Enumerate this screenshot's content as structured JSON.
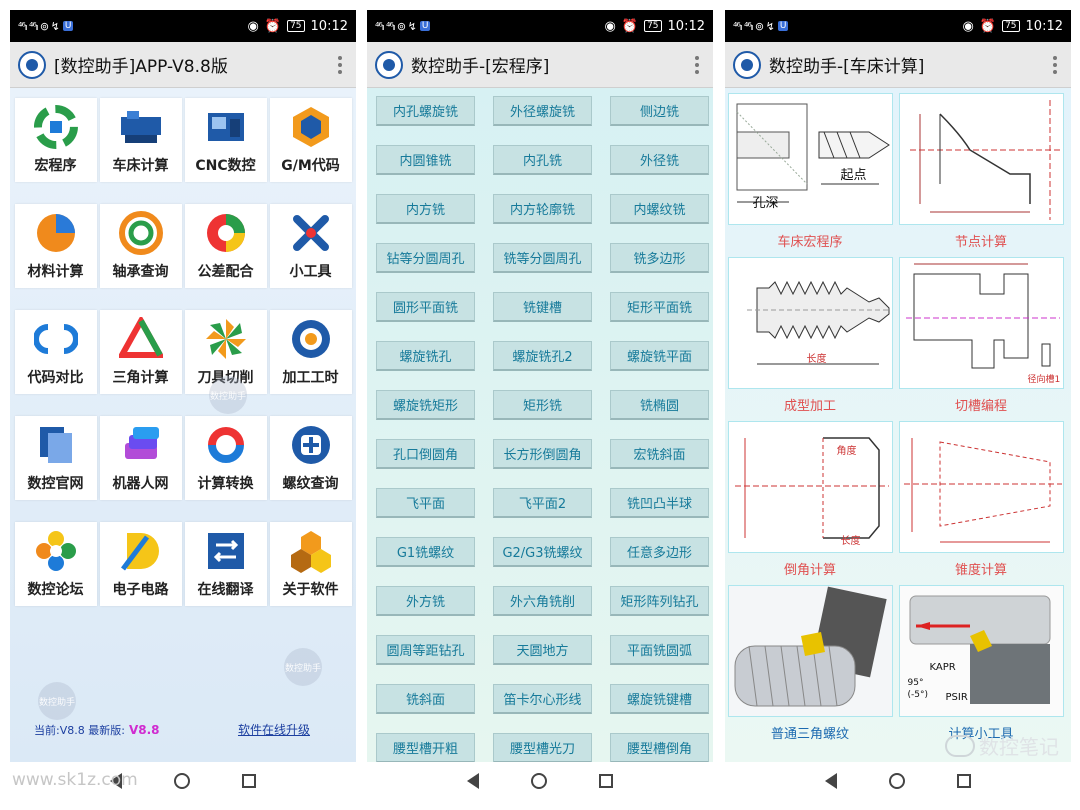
{
  "status": {
    "time": "10:12",
    "battery": "75",
    "left_glyphs": "⁴⁶ₗₗ ⁴⁶ₗₗ ⊚ ↯",
    "badge": "U"
  },
  "panel1": {
    "title": "[数控助手]APP-V8.8版",
    "items": [
      {
        "label": "宏程序",
        "icon": "macro-icon"
      },
      {
        "label": "车床计算",
        "icon": "lathe-icon"
      },
      {
        "label": "CNC数控",
        "icon": "cnc-machine-icon"
      },
      {
        "label": "G/M代码",
        "icon": "gm-code-icon"
      },
      {
        "label": "材料计算",
        "icon": "material-icon"
      },
      {
        "label": "轴承查询",
        "icon": "bearing-icon"
      },
      {
        "label": "公差配合",
        "icon": "tolerance-icon"
      },
      {
        "label": "小工具",
        "icon": "tools-icon"
      },
      {
        "label": "代码对比",
        "icon": "code-compare-icon"
      },
      {
        "label": "三角计算",
        "icon": "triangle-icon"
      },
      {
        "label": "刀具切削",
        "icon": "cutter-icon"
      },
      {
        "label": "加工工时",
        "icon": "work-hour-icon"
      },
      {
        "label": "数控官网",
        "icon": "official-site-icon"
      },
      {
        "label": "机器人网",
        "icon": "robot-net-icon"
      },
      {
        "label": "计算转换",
        "icon": "convert-icon"
      },
      {
        "label": "螺纹查询",
        "icon": "thread-icon"
      },
      {
        "label": "数控论坛",
        "icon": "forum-icon"
      },
      {
        "label": "电子电路",
        "icon": "circuit-icon"
      },
      {
        "label": "在线翻译",
        "icon": "translate-icon"
      },
      {
        "label": "关于软件",
        "icon": "about-icon"
      }
    ],
    "current_label": "当前:V8.8",
    "latest_label": "最新版:",
    "latest_version": "V8.8",
    "upgrade_link": "软件在线升级",
    "watermark": "数控助手"
  },
  "panel2": {
    "title": "数控助手-[宏程序]",
    "buttons": [
      "内孔螺旋铣",
      "外径螺旋铣",
      "侧边铣",
      "内圆锥铣",
      "内孔铣",
      "外径铣",
      "内方铣",
      "内方轮廓铣",
      "内螺纹铣",
      "钻等分圆周孔",
      "铣等分圆周孔",
      "铣多边形",
      "圆形平面铣",
      "铣键槽",
      "矩形平面铣",
      "螺旋铣孔",
      "螺旋铣孔2",
      "螺旋铣平面",
      "螺旋铣矩形",
      "矩形铣",
      "铣椭圆",
      "孔口倒圆角",
      "长方形倒圆角",
      "宏铣斜面",
      "飞平面",
      "飞平面2",
      "铣凹凸半球",
      "G1铣螺纹",
      "G2/G3铣螺纹",
      "任意多边形",
      "外方铣",
      "外六角铣削",
      "矩形阵列钻孔",
      "圆周等距钻孔",
      "天圆地方",
      "平面铣圆弧",
      "铣斜面",
      "笛卡尔心形线",
      "螺旋铣键槽",
      "腰型槽开粗",
      "腰型槽光刀",
      "腰型槽倒角"
    ]
  },
  "panel3": {
    "title": "数控助手-[车床计算]",
    "cards": [
      {
        "label": "车床宏程序",
        "texts": [
          "孔深",
          "起点"
        ]
      },
      {
        "label": "节点计算",
        "texts": []
      },
      {
        "label": "成型加工",
        "texts": [
          "长度"
        ]
      },
      {
        "label": "切槽编程",
        "texts": [
          "径向槽1"
        ]
      },
      {
        "label": "倒角计算",
        "texts": [
          "角度",
          "长度"
        ]
      },
      {
        "label": "锥度计算",
        "texts": []
      },
      {
        "label": "普通三角螺纹",
        "texts": []
      },
      {
        "label": "计算小工具",
        "texts": [
          "KAPR",
          "95°",
          "(-5°)",
          "PSIR"
        ]
      }
    ],
    "wechat_name": "数控笔记"
  },
  "footer": {
    "site": "www.sk1z.com"
  }
}
